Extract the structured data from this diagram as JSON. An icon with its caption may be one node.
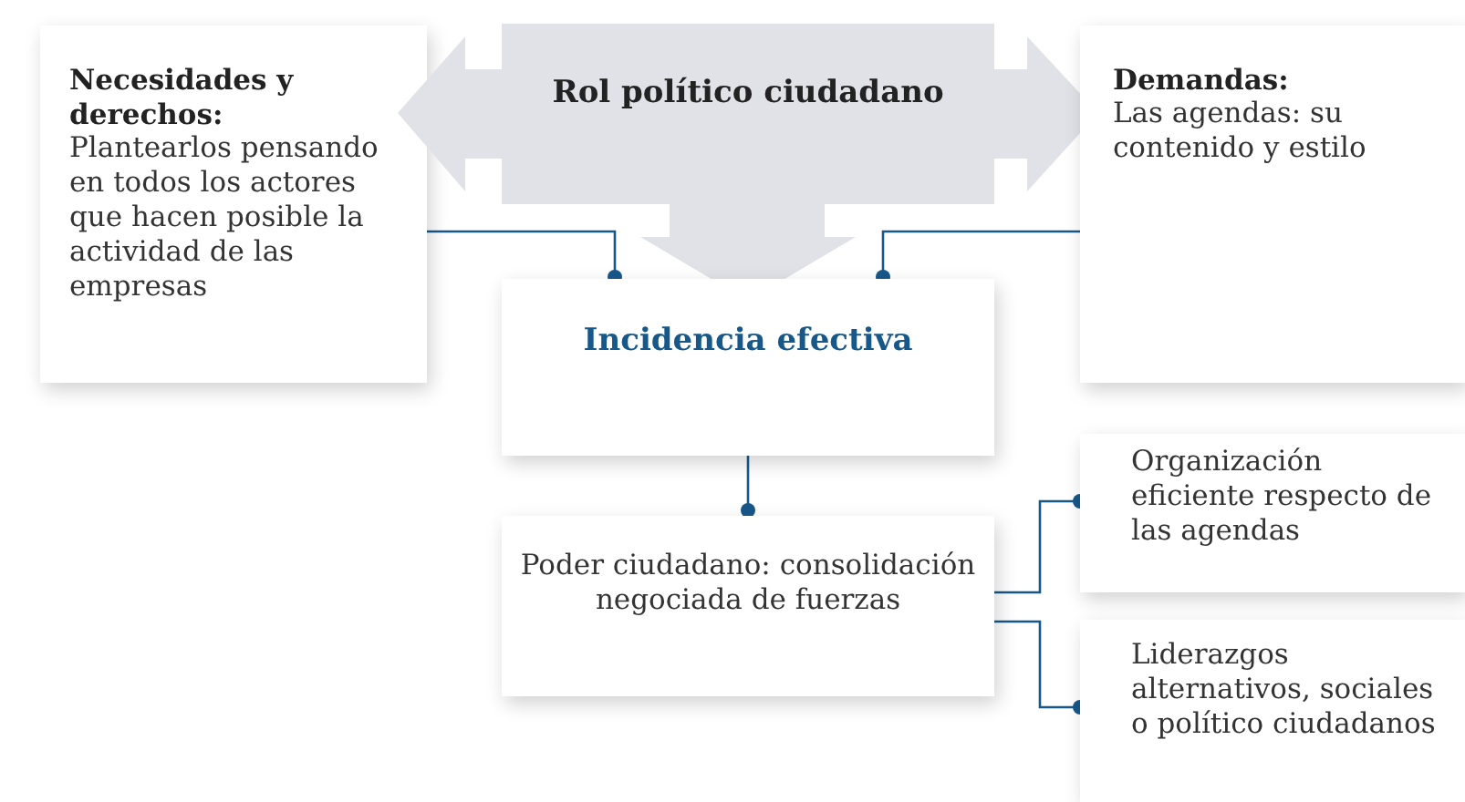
{
  "diagram": {
    "nodes": [
      {
        "text": [
          "Necesidades y derechos:",
          "Plantearlos pensando en todos los actores que hacen posible la actividad de las empresas"
        ]
      },
      {
        "text": [
          "Rol político ciudadano"
        ]
      },
      {
        "text": [
          "Incidencia efectiva"
        ]
      },
      {
        "text": [
          "Demandas:",
          "Las agendas: su contenido y estilo"
        ]
      },
      {
        "text": [
          "Poder ciudadano: consolidación negociada de fuerzas"
        ]
      },
      {
        "text": [
          "Organización eficiente respecto de las agendas"
        ]
      },
      {
        "text": [
          "Liderazgos alternativos, sociales o político ciudadanos"
        ]
      }
    ],
    "edges": [
      {
        "from": 0,
        "to": 2,
        "arrow": "other"
      },
      {
        "from": 3,
        "to": 2,
        "arrow": "other"
      },
      {
        "from": 2,
        "to": 4,
        "arrow": "other"
      },
      {
        "from": 4,
        "to": 5,
        "arrow": "other"
      },
      {
        "from": 4,
        "to": 6,
        "arrow": "other"
      }
    ]
  }
}
